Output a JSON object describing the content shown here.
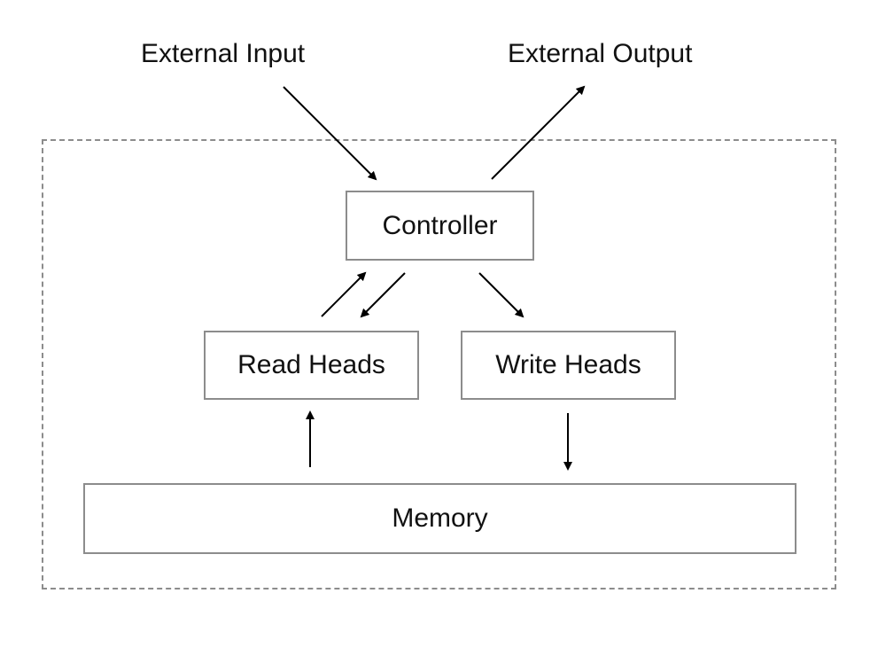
{
  "external": {
    "input_label": "External Input",
    "output_label": "External Output"
  },
  "nodes": {
    "controller": "Controller",
    "read_heads": "Read Heads",
    "write_heads": "Write Heads",
    "memory": "Memory"
  },
  "colors": {
    "box_border": "#8c8c8c",
    "arrow": "#000000",
    "text": "#111111",
    "background": "#ffffff"
  }
}
